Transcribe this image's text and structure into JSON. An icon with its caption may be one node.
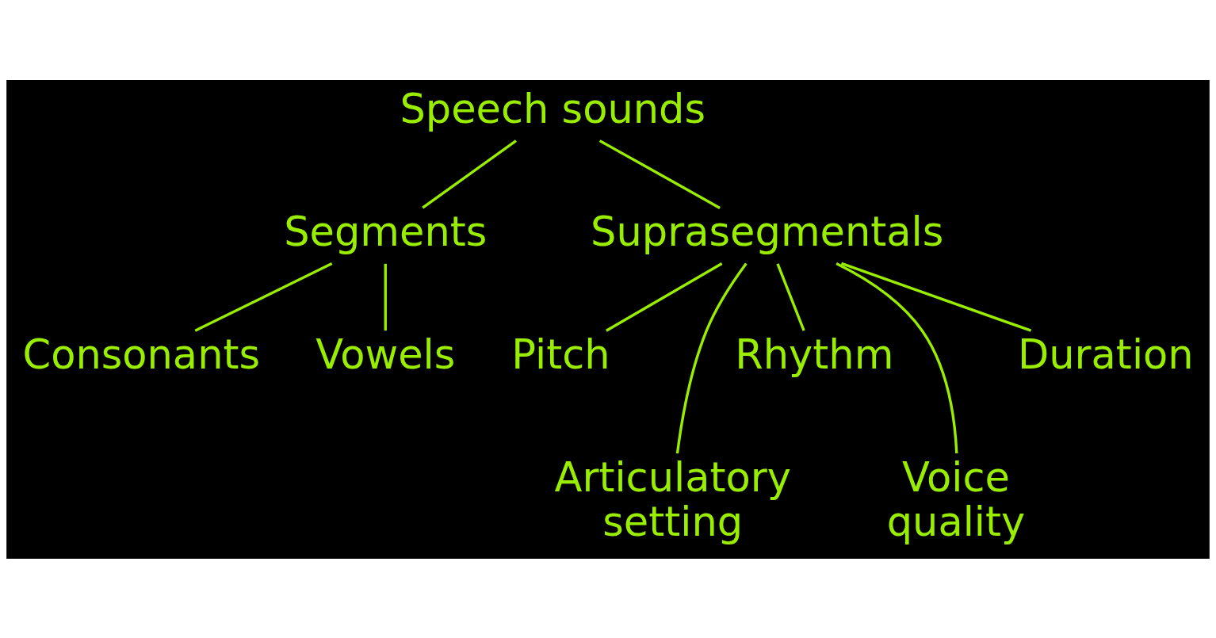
{
  "diagram": {
    "nodes": [
      {
        "text": [
          "Speech sounds"
        ]
      },
      {
        "text": [
          "Segments"
        ]
      },
      {
        "text": [
          "Suprasegmentals"
        ]
      },
      {
        "text": [
          "Consonants"
        ]
      },
      {
        "text": [
          "Vowels"
        ]
      },
      {
        "text": [
          "Pitch"
        ]
      },
      {
        "text": [
          "Articulatory setting"
        ]
      },
      {
        "text": [
          "Rhythm"
        ]
      },
      {
        "text": [
          "Voice quality"
        ]
      },
      {
        "text": [
          "Duration"
        ]
      }
    ],
    "edges": [
      {
        "from": 0,
        "to": 1,
        "arrow": "none"
      },
      {
        "from": 0,
        "to": 2,
        "arrow": "none"
      },
      {
        "from": 1,
        "to": 3,
        "arrow": "none"
      },
      {
        "from": 1,
        "to": 4,
        "arrow": "none"
      },
      {
        "from": 2,
        "to": 5,
        "arrow": "none"
      },
      {
        "from": 2,
        "to": 6,
        "arrow": "none"
      },
      {
        "from": 2,
        "to": 7,
        "arrow": "none"
      },
      {
        "from": 2,
        "to": 8,
        "arrow": "none"
      },
      {
        "from": 2,
        "to": 9,
        "arrow": "none"
      }
    ]
  }
}
